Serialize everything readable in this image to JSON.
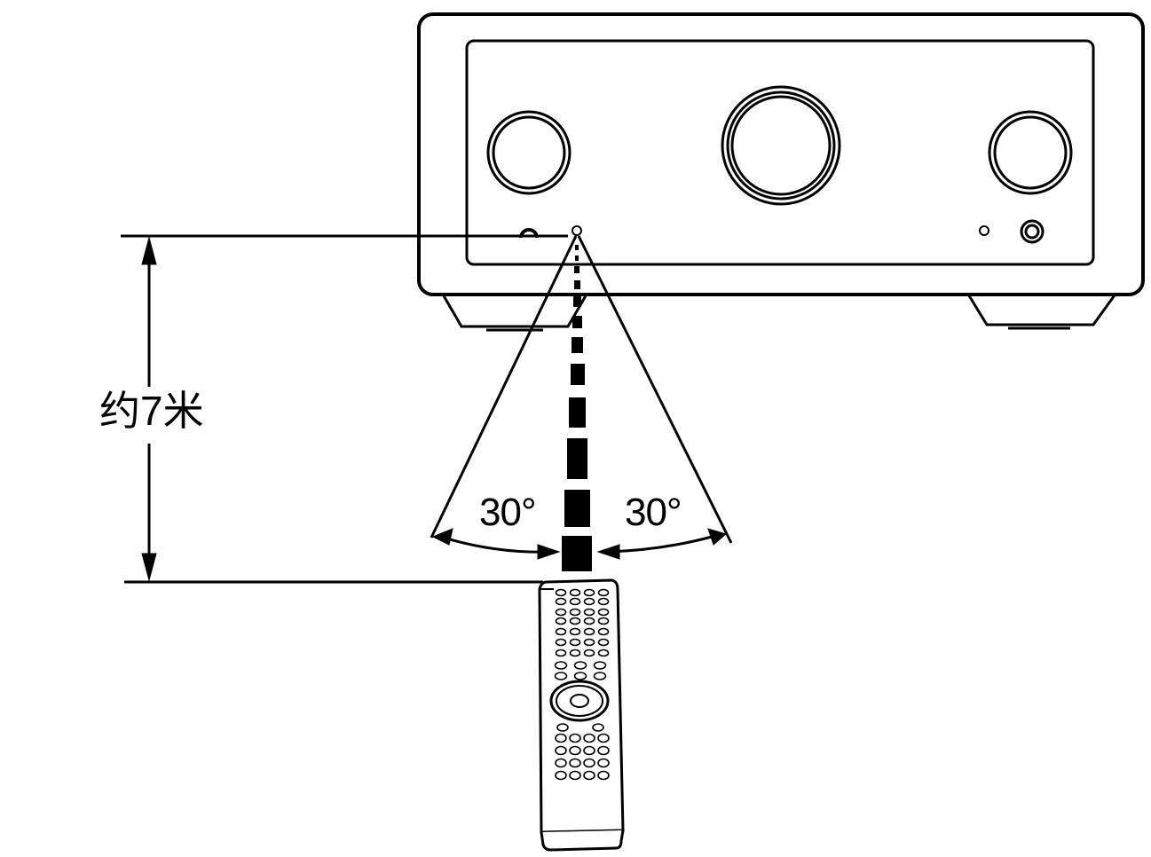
{
  "diagram": {
    "distance_label": "约7米",
    "angle_left": "30°",
    "angle_right": "30°"
  }
}
